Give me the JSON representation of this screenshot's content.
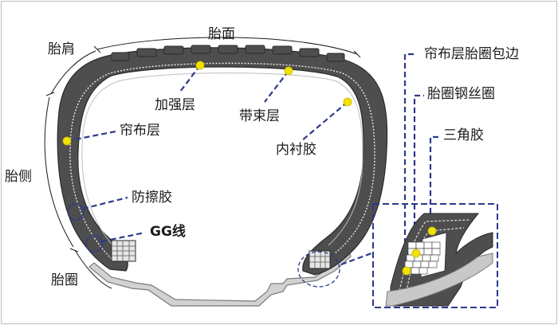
{
  "labels": {
    "tread": "胎面",
    "shoulder": "胎肩",
    "sidewall": "胎侧",
    "bead": "胎圈",
    "belt": "加强层",
    "cap_ply": "带束层",
    "carcass": "帘布层",
    "inner_liner": "内衬胶",
    "chafer": "防擦胶",
    "gg_line": "GG线",
    "turn_up": "帘布层胎圈包边",
    "bead_wire": "胎圈钢丝圈",
    "apex": "三角胶"
  },
  "colors": {
    "rubber": "#4e4e4e",
    "leader": "#2b3a8c",
    "marker": "#f2e200",
    "rim": "#c8c8c8"
  }
}
